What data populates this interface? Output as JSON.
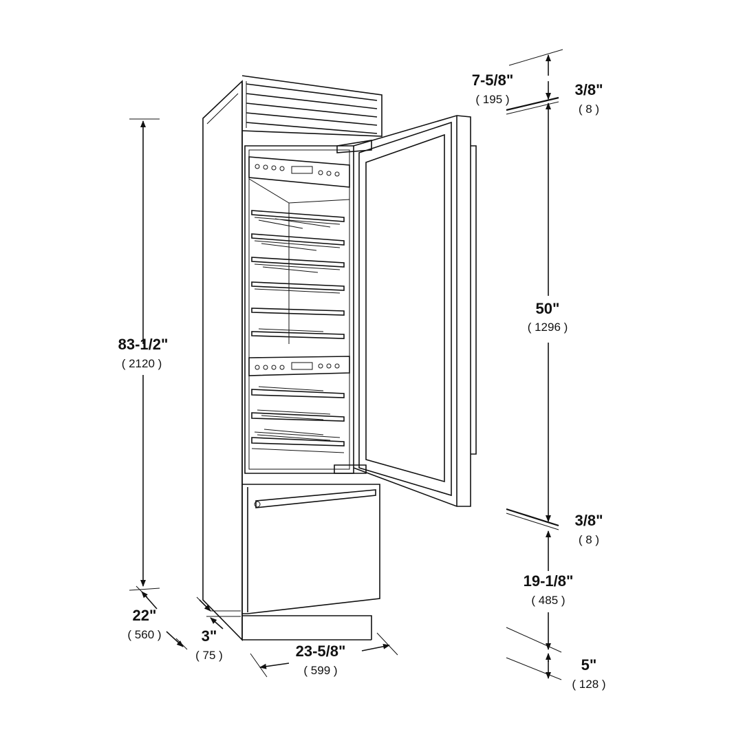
{
  "dimensions": {
    "overall_height": {
      "imperial": "83-1/2\"",
      "metric": "( 2120 )"
    },
    "top_grille": {
      "imperial": "7-5/8\"",
      "metric": "( 195 )"
    },
    "gap_top": {
      "imperial": "3/8\"",
      "metric": "( 8 )"
    },
    "door_height": {
      "imperial": "50\"",
      "metric": "( 1296 )"
    },
    "gap_bottom": {
      "imperial": "3/8\"",
      "metric": "( 8 )"
    },
    "drawer_height": {
      "imperial": "19-1/8\"",
      "metric": "( 485 )"
    },
    "toe_kick": {
      "imperial": "5\"",
      "metric": "( 128 )"
    },
    "depth": {
      "imperial": "22\"",
      "metric": "( 560 )"
    },
    "setback": {
      "imperial": "3\"",
      "metric": "( 75 )"
    },
    "width": {
      "imperial": "23-5/8\"",
      "metric": "( 599 )"
    }
  },
  "colors": {
    "line": "#111111",
    "background": "#ffffff"
  }
}
